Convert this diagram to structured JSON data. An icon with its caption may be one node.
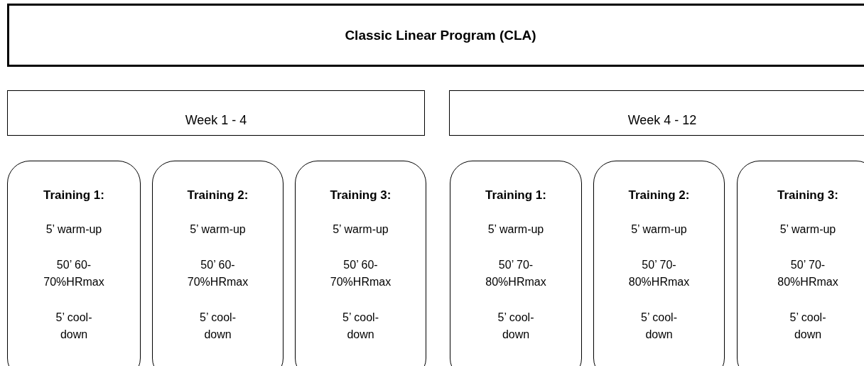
{
  "diagram": {
    "nodes": [
      {
        "text": [
          "Classic Linear Program (CLA)"
        ]
      },
      {
        "text": [
          "Week 1 - 4"
        ]
      },
      {
        "text": [
          "Week 4 - 12"
        ]
      },
      {
        "text": [
          "Training 1:",
          "5’ warm-up",
          "50’ 60-70%HRmax",
          "5’ cool-down"
        ]
      },
      {
        "text": [
          "Training 2:",
          "5’ warm-up",
          "50’ 60-70%HRmax",
          "5’ cool-down"
        ]
      },
      {
        "text": [
          "Training 3:",
          "5’ warm-up",
          "50’ 60-70%HRmax",
          "5’ cool-down"
        ]
      },
      {
        "text": [
          "Training 1:",
          "5’ warm-up",
          "50’ 70-80%HRmax",
          "5’ cool-down"
        ]
      },
      {
        "text": [
          "Training 2:",
          "5’ warm-up",
          "50’ 70-80%HRmax",
          "5’ cool-down"
        ]
      },
      {
        "text": [
          "Training 3:",
          "5’ warm-up",
          "50’ 70-80%HRmax",
          "5’ cool-down"
        ]
      }
    ],
    "edges": []
  }
}
